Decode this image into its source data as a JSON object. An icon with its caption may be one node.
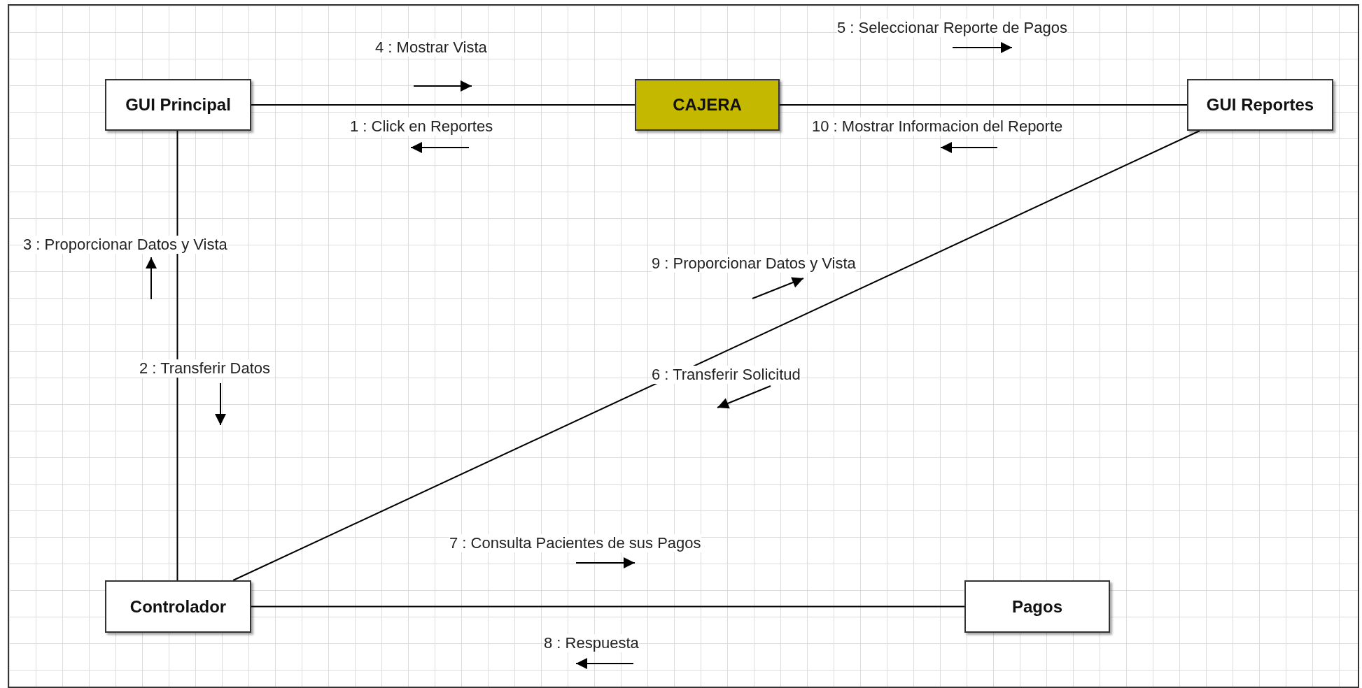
{
  "diagram": {
    "nodes": [
      {
        "text": [
          "GUI Principal"
        ]
      },
      {
        "text": [
          "CAJERA"
        ]
      },
      {
        "text": [
          "GUI Reportes"
        ]
      },
      {
        "text": [
          "Controlador"
        ]
      },
      {
        "text": [
          "Pagos"
        ]
      }
    ],
    "edges": [
      {
        "from": 0,
        "to": 1,
        "arrow": "none"
      },
      {
        "from": 1,
        "to": 2,
        "arrow": "none"
      },
      {
        "from": 0,
        "to": 3,
        "arrow": "none"
      },
      {
        "from": 2,
        "to": 3,
        "arrow": "none"
      },
      {
        "from": 3,
        "to": 4,
        "arrow": "none"
      }
    ],
    "labels": [
      "5 : Seleccionar Reporte de Pagos",
      "4 : Mostrar Vista",
      "1 : Click en Reportes",
      "10 : Mostrar Informacion del Reporte",
      "3 : Proporcionar Datos y Vista",
      "9 : Proporcionar Datos y Vista",
      "2 : Transferir Datos",
      "6 : Transferir Solicitud",
      "7 : Consulta Pacientes de sus Pagos",
      "8 : Respuesta"
    ]
  }
}
